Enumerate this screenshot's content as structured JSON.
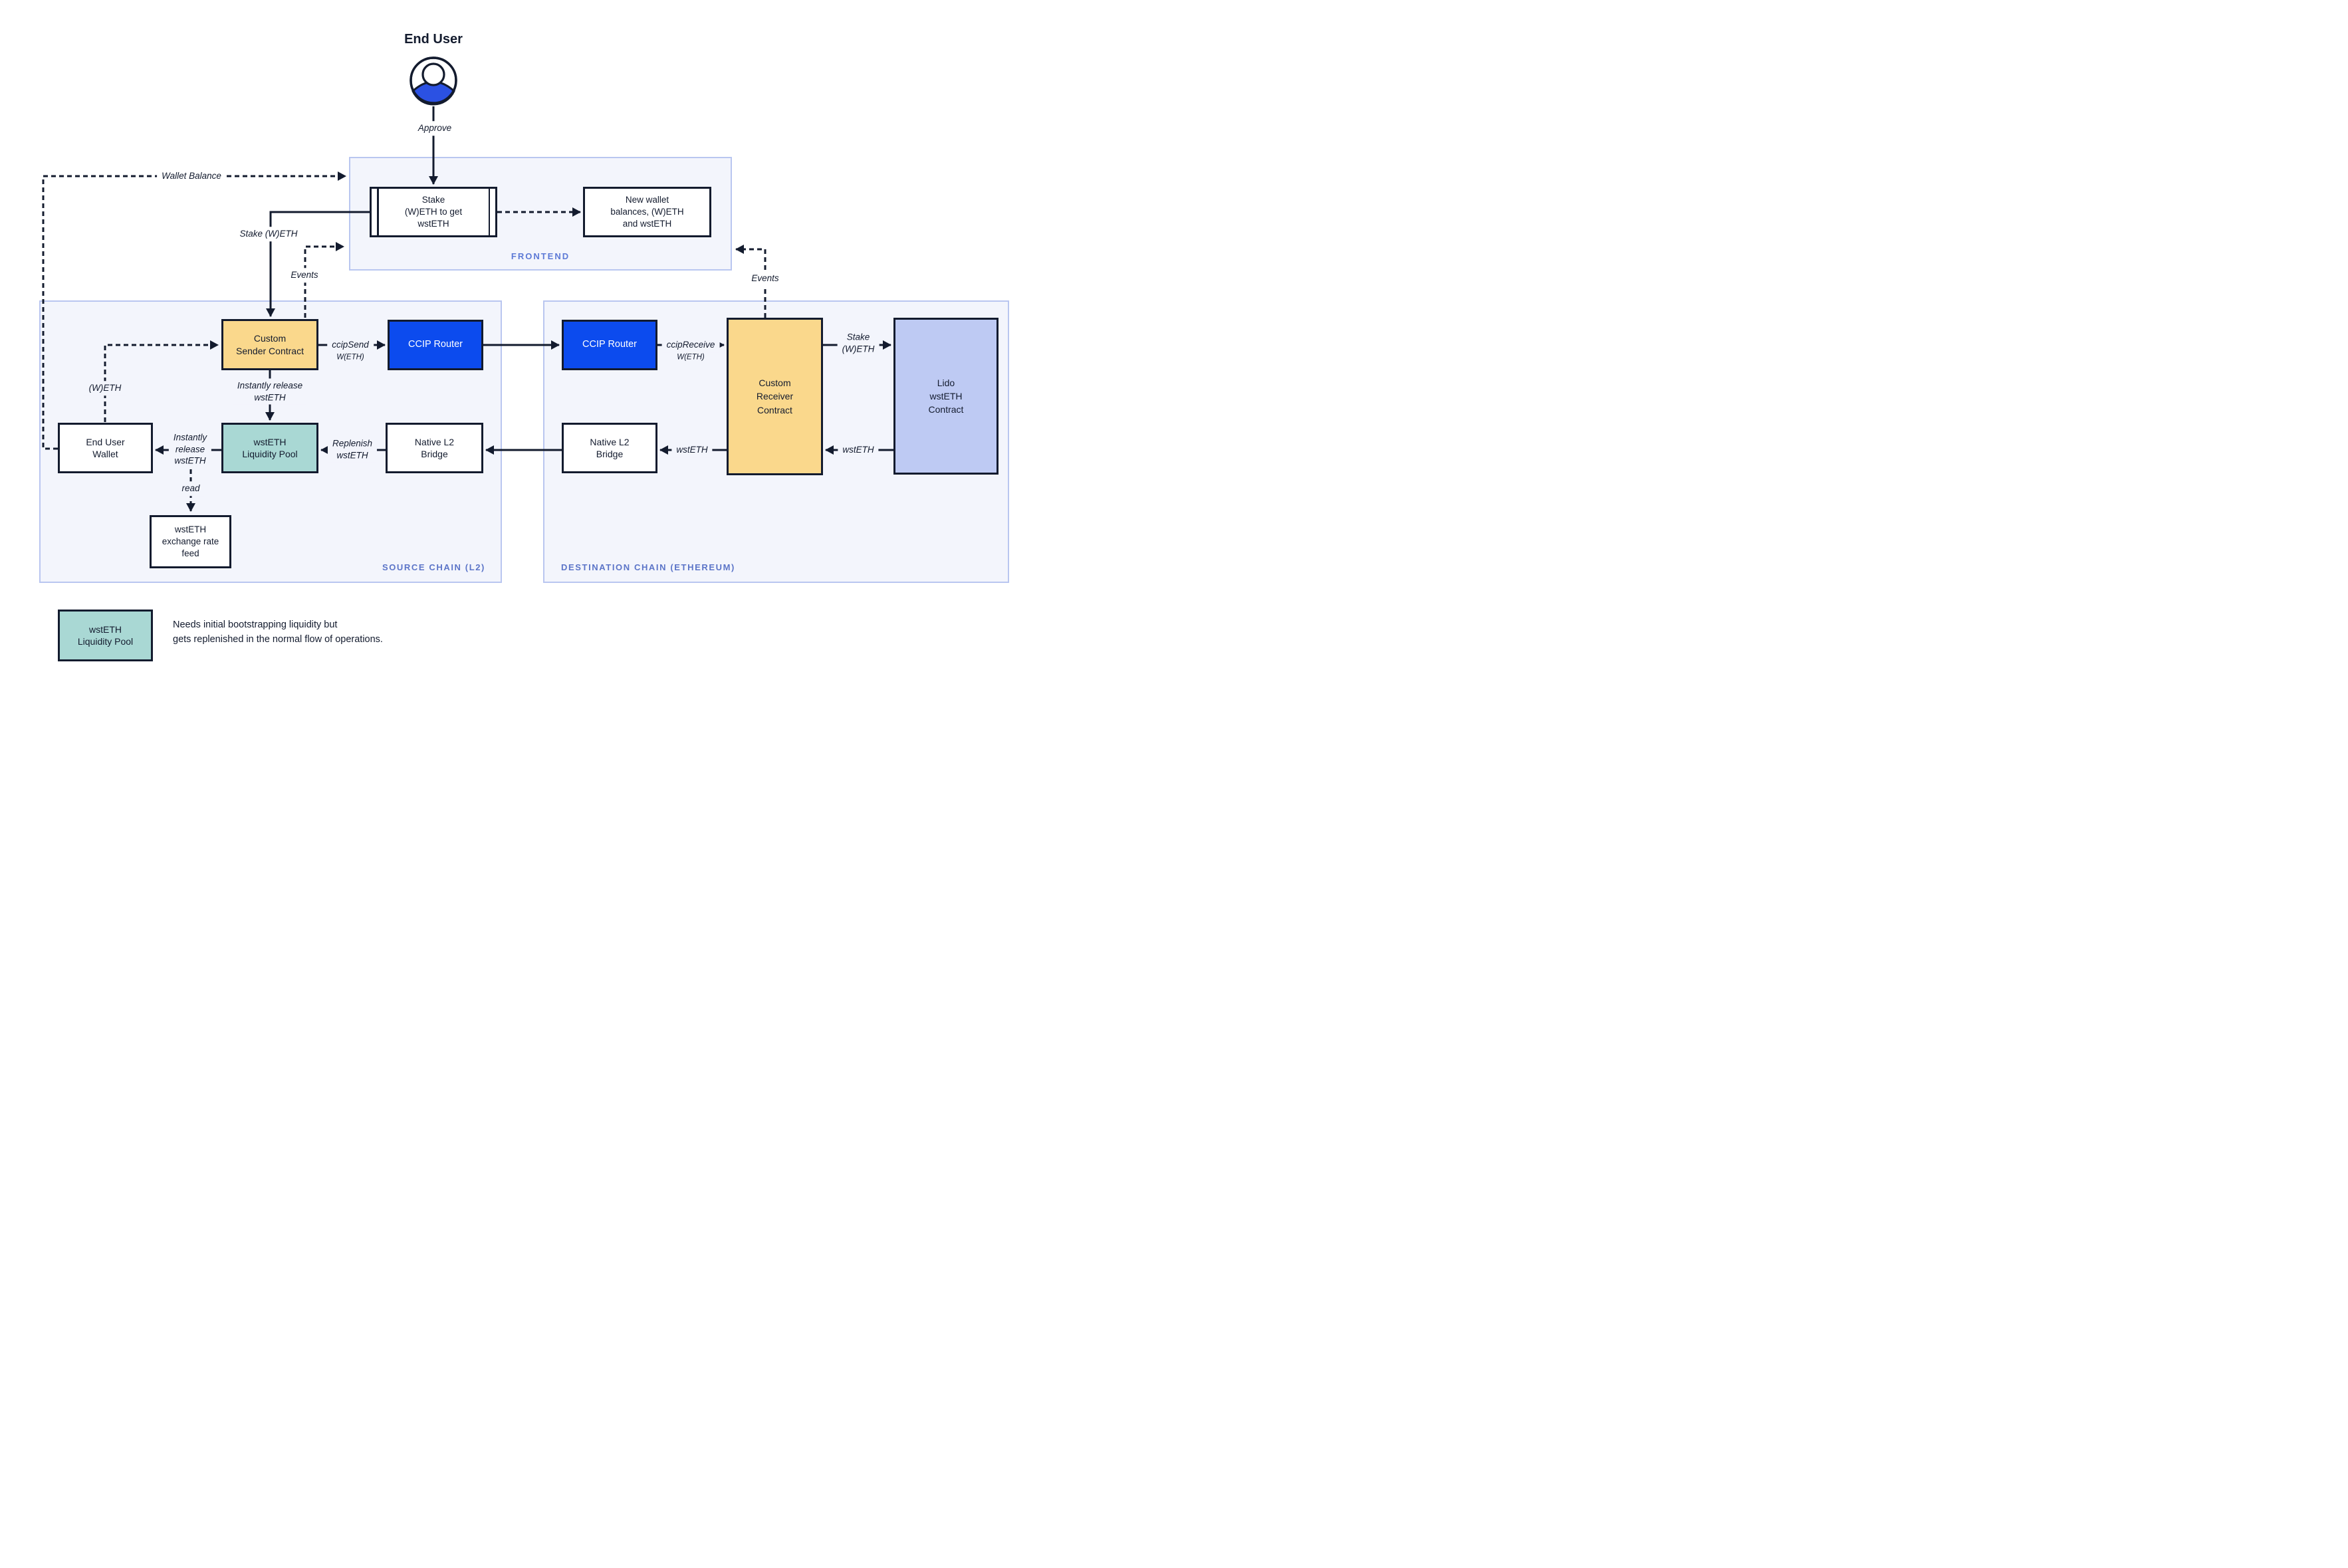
{
  "end_user": {
    "title": "End User",
    "action_label": "Approve"
  },
  "frontend": {
    "label": "FRONTEND",
    "stake_box": "Stake\n(W)ETH to get\nwstETH",
    "new_wallet_box": "New wallet\nbalances, (W)ETH\nand wstETH"
  },
  "source_chain": {
    "label": "SOURCE CHAIN (L2)",
    "custom_sender": "Custom\nSender Contract",
    "ccip_router": "CCIP Router",
    "end_user_wallet": "End User\nWallet",
    "liquidity_pool": "wstETH\nLiquidity Pool",
    "native_bridge": "Native L2\nBridge",
    "exchange_rate_feed": "wstETH\nexchange rate\nfeed"
  },
  "destination_chain": {
    "label": "DESTINATION CHAIN (ETHEREUM)",
    "ccip_router": "CCIP Router",
    "custom_receiver": "Custom\nReceiver\nContract",
    "lido_contract": "Lido\nwstETH\nContract",
    "native_bridge": "Native L2\nBridge"
  },
  "flow_labels": {
    "approve": "Approve",
    "wallet_balance": "Wallet Balance",
    "stake_weth": "Stake (W)ETH",
    "events_source": "Events",
    "events_destination": "Events",
    "ccip_send": "ccipSend",
    "ccip_send_token": "W(ETH)",
    "ccip_receive": "ccipReceive",
    "ccip_receive_token": "W(ETH)",
    "stake_weth_destination": "Stake\n(W)ETH",
    "weth": "(W)ETH",
    "instantly_release_sender": "Instantly release\nwstETH",
    "instantly_release_pool": "Instantly\nrelease\nwstETH",
    "replenish": "Replenish\nwstETH",
    "wsteth_to_bridge": "wstETH",
    "wsteth_from_lido": "wstETH",
    "read": "read"
  },
  "legend": {
    "box_label": "wstETH\nLiquidity Pool",
    "description": "Needs initial bootstrapping liquidity but\ngets replenished in the normal flow of operations."
  },
  "colors": {
    "ink": "#131b2e",
    "container-fill": "#f3f5fc",
    "container-border": "#b9c6f0",
    "accent-blue": "#0c4bee",
    "box-yellow": "#fad88c",
    "box-teal": "#a9d8d4",
    "box-lavender": "#becaf3",
    "label-blue": "#5d7ad6",
    "chain-label-blue": "#5c75c8",
    "person-blue": "#2b51e3"
  }
}
